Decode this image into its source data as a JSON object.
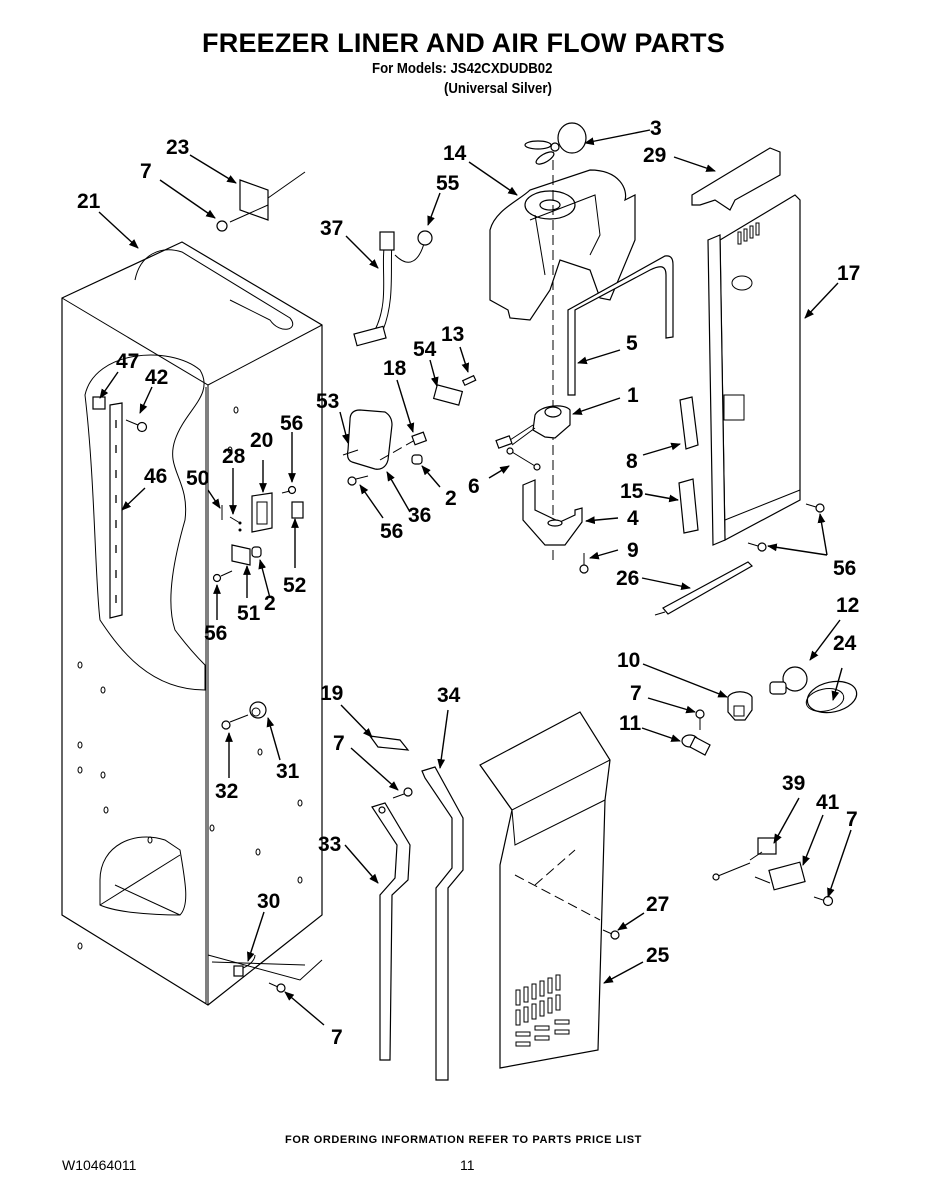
{
  "header": {
    "title": "FREEZER LINER AND AIR FLOW PARTS",
    "models_line": "For Models: JS42CXDUDB02",
    "color_line": "(Universal Silver)"
  },
  "footer": {
    "ordering_note": "FOR ORDERING INFORMATION REFER TO PARTS PRICE LIST",
    "document_number": "W10464011",
    "page_number": "11"
  },
  "callouts": [
    {
      "id": "c3",
      "label": "3",
      "part": "fan-blade"
    },
    {
      "id": "c14",
      "label": "14",
      "part": "fan-shroud"
    },
    {
      "id": "c29",
      "label": "29",
      "part": "top-trim"
    },
    {
      "id": "c55",
      "label": "55",
      "part": "grommet"
    },
    {
      "id": "c23",
      "label": "23",
      "part": "bracket"
    },
    {
      "id": "c7a",
      "label": "7",
      "part": "screw"
    },
    {
      "id": "c21",
      "label": "21",
      "part": "freezer-liner"
    },
    {
      "id": "c37",
      "label": "37",
      "part": "wire-harness"
    },
    {
      "id": "c17",
      "label": "17",
      "part": "rear-air-panel"
    },
    {
      "id": "c5",
      "label": "5",
      "part": "gasket"
    },
    {
      "id": "c47",
      "label": "47",
      "part": "shelf-support-clip"
    },
    {
      "id": "c42",
      "label": "42",
      "part": "screw"
    },
    {
      "id": "c54",
      "label": "54",
      "part": "bracket"
    },
    {
      "id": "c13",
      "label": "13",
      "part": "screw"
    },
    {
      "id": "c18",
      "label": "18",
      "part": "socket"
    },
    {
      "id": "c53",
      "label": "53",
      "part": "clip"
    },
    {
      "id": "c1",
      "label": "1",
      "part": "evaporator-fan-motor"
    },
    {
      "id": "c20",
      "label": "20",
      "part": "light-housing"
    },
    {
      "id": "c56a",
      "label": "56",
      "part": "screw"
    },
    {
      "id": "c28",
      "label": "28",
      "part": "clip"
    },
    {
      "id": "c46",
      "label": "46",
      "part": "shelf-ladder"
    },
    {
      "id": "c50",
      "label": "50",
      "part": "pin"
    },
    {
      "id": "c8",
      "label": "8",
      "part": "bracket"
    },
    {
      "id": "c6",
      "label": "6",
      "part": "wrench"
    },
    {
      "id": "c2a",
      "label": "2",
      "part": "spacer"
    },
    {
      "id": "c36",
      "label": "36",
      "part": "cover-plate"
    },
    {
      "id": "c56b",
      "label": "56",
      "part": "screw"
    },
    {
      "id": "c15",
      "label": "15",
      "part": "bracket"
    },
    {
      "id": "c4",
      "label": "4",
      "part": "motor-bracket"
    },
    {
      "id": "c52",
      "label": "52",
      "part": "clip"
    },
    {
      "id": "c2b",
      "label": "2",
      "part": "spacer"
    },
    {
      "id": "c51",
      "label": "51",
      "part": "plate"
    },
    {
      "id": "c56c",
      "label": "56",
      "part": "screw"
    },
    {
      "id": "c9",
      "label": "9",
      "part": "screw"
    },
    {
      "id": "c56d",
      "label": "56",
      "part": "screw"
    },
    {
      "id": "c26",
      "label": "26",
      "part": "channel"
    },
    {
      "id": "c12",
      "label": "12",
      "part": "light-bulb"
    },
    {
      "id": "c24",
      "label": "24",
      "part": "light-shield"
    },
    {
      "id": "c10",
      "label": "10",
      "part": "light-socket"
    },
    {
      "id": "c7b",
      "label": "7",
      "part": "screw"
    },
    {
      "id": "c11",
      "label": "11",
      "part": "clip"
    },
    {
      "id": "c19",
      "label": "19",
      "part": "label"
    },
    {
      "id": "c34",
      "label": "34",
      "part": "seal-strip"
    },
    {
      "id": "c7c",
      "label": "7",
      "part": "screw"
    },
    {
      "id": "c31",
      "label": "31",
      "part": "grommet"
    },
    {
      "id": "c32",
      "label": "32",
      "part": "screw"
    },
    {
      "id": "c39",
      "label": "39",
      "part": "thermistor"
    },
    {
      "id": "c41",
      "label": "41",
      "part": "control"
    },
    {
      "id": "c7d",
      "label": "7",
      "part": "screw"
    },
    {
      "id": "c33",
      "label": "33",
      "part": "mullion-strip"
    },
    {
      "id": "c27",
      "label": "27",
      "part": "screw"
    },
    {
      "id": "c30",
      "label": "30",
      "part": "clip"
    },
    {
      "id": "c25",
      "label": "25",
      "part": "air-duct-cover"
    },
    {
      "id": "c7e",
      "label": "7",
      "part": "screw"
    }
  ]
}
